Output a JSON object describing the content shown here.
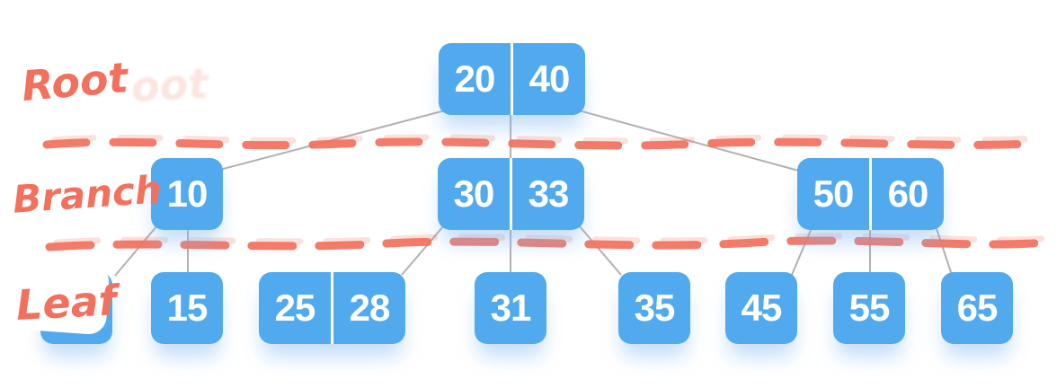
{
  "annotations": {
    "root_label": "Root",
    "branch_label": "Branch",
    "leaf_label": "Leaf",
    "ghost_text": "oot"
  },
  "tree": {
    "type": "b-tree",
    "root": {
      "keys": [
        "20",
        "40"
      ]
    },
    "branches": [
      {
        "keys": [
          "10"
        ]
      },
      {
        "keys": [
          "30",
          "33"
        ]
      },
      {
        "keys": [
          "50",
          "60"
        ]
      }
    ],
    "leaves": [
      {
        "keys": [
          "15"
        ]
      },
      {
        "keys": [
          "25",
          "28"
        ]
      },
      {
        "keys": [
          "31"
        ]
      },
      {
        "keys": [
          "35"
        ]
      },
      {
        "keys": [
          "45"
        ]
      },
      {
        "keys": [
          "55"
        ]
      },
      {
        "keys": [
          "65"
        ]
      }
    ]
  },
  "colors": {
    "node_fill": "#52aaee",
    "node_text": "#ffffff",
    "edge_gray": "#b3b0b0",
    "annotation_salmon": "#f3705c",
    "background": "#ffffff"
  }
}
